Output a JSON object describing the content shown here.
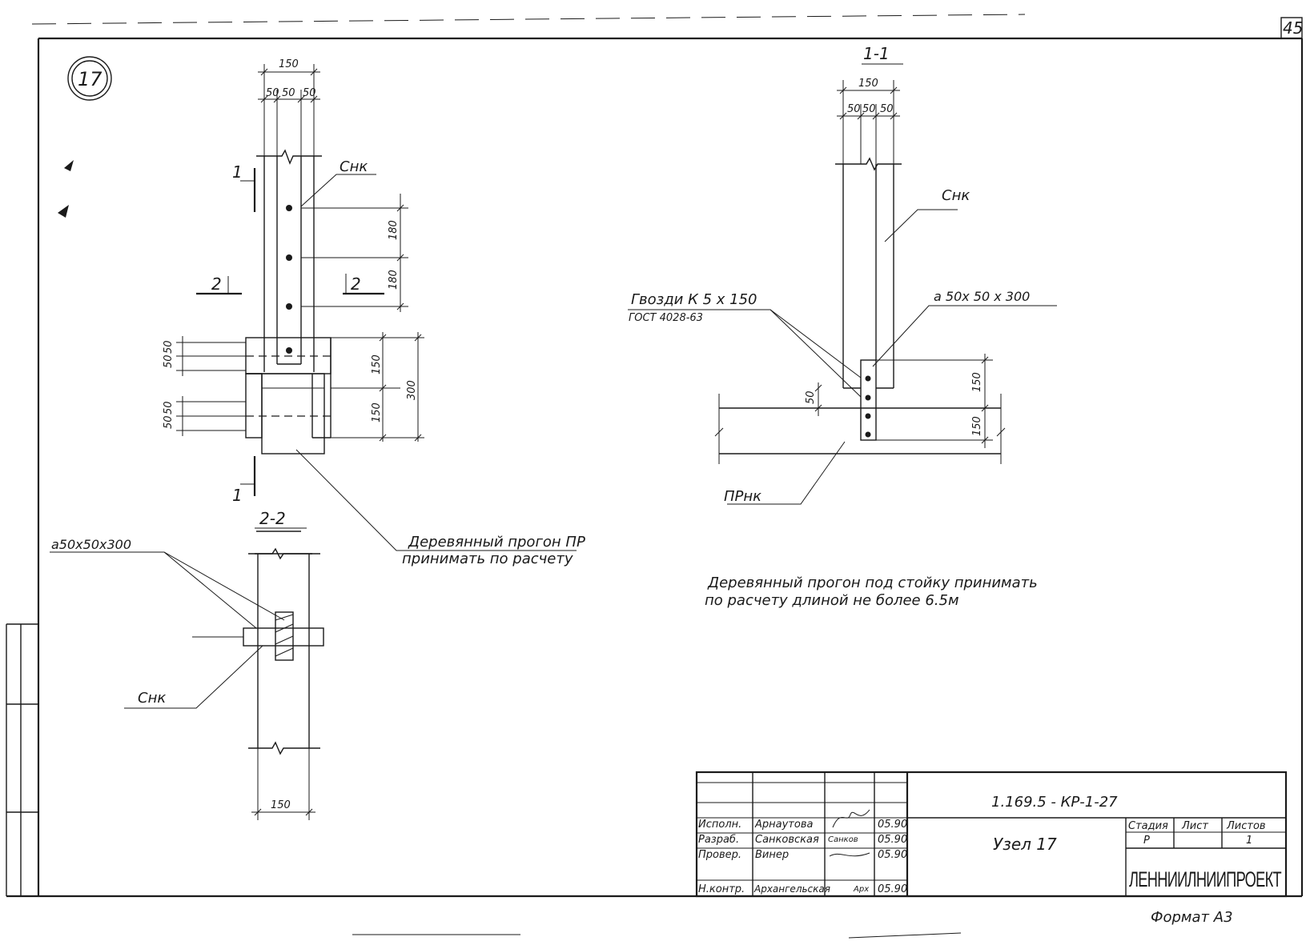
{
  "sheet": {
    "sheet_number_corner": "45",
    "node_badge": "17",
    "format": "Формат А3"
  },
  "elevation": {
    "dims_top": {
      "total": "150",
      "a": "50",
      "b": "50",
      "c": "50"
    },
    "label_snk": "Снк",
    "dims_side": {
      "d1": "180",
      "d2": "180"
    },
    "dims_right": {
      "d1": "150",
      "d2": "150",
      "total": "300"
    },
    "dims_left": {
      "a": "50",
      "b": "50",
      "c": "50",
      "d": "50"
    },
    "section_1_top": "1",
    "section_1_bottom": "1",
    "section_2_left": "2",
    "section_2_right": "2"
  },
  "section_1_1": {
    "title": "1-1",
    "dims_top": {
      "total": "150",
      "a": "50",
      "b": "50",
      "c": "50"
    },
    "label_snk": "Снк",
    "nails_line1": "Гвозди К 5 х 150",
    "nails_line2": "ГОСТ 4028-63",
    "bar_label": "а 50х 50  х 300",
    "dim_50": "50",
    "dim_150a": "150",
    "dim_150b": "150",
    "label_prnk": "ПРнк"
  },
  "section_2_2": {
    "title": "2-2",
    "bar_label": "а50х50х300",
    "label_snk": "Снк",
    "dim_bottom": "150"
  },
  "notes": {
    "purlin_line1": "Деревянный прогон ПР",
    "purlin_line2": "принимать по расчету",
    "note_line1": "Деревянный прогон под стойку принимать",
    "note_line2": "по расчету  длиной  не более  6.5м"
  },
  "title_block": {
    "code": "1.169.5 - КР-1-27",
    "drawing_name": "Узел 17",
    "rows": [
      {
        "role": "Исполн.",
        "name": "Арнаутова",
        "sign": "",
        "date": "05.90"
      },
      {
        "role": "Разраб.",
        "name": "Санковская",
        "sign": "Санков",
        "date": "05.90"
      },
      {
        "role": "Провер.",
        "name": "Винер",
        "sign": "",
        "date": "05.90"
      },
      {
        "role": "Н.контр.",
        "name": "Архангельская",
        "sign": "Арх",
        "date": "05.90"
      }
    ],
    "stage_header": "Стадия",
    "sheet_header": "Лист",
    "sheets_header": "Листов",
    "stage": "Р",
    "sheets": "1",
    "organization": "ЛЕННИИЛНИИПРОЕКТ"
  }
}
